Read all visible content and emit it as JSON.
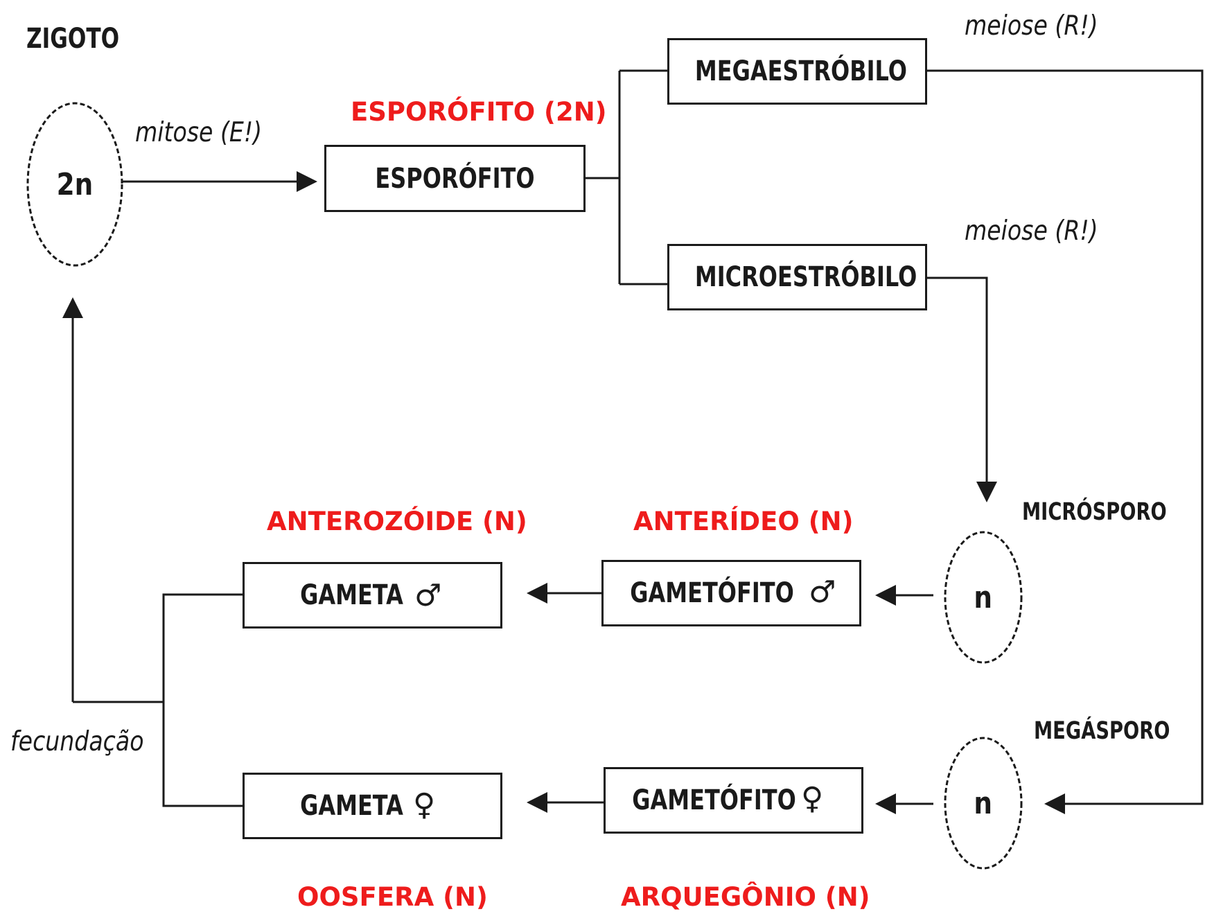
{
  "zygote": {
    "title": "ZIGOTO",
    "ploidy": "2n"
  },
  "edges": {
    "mitose": "mitose (E!)",
    "meiose_mega": "meiose (R!)",
    "meiose_micro": "meiose (R!)",
    "fecundacao": "fecundação"
  },
  "sporophyte": {
    "caption": "ESPORÓFITO (2N)",
    "label": "ESPORÓFITO"
  },
  "strobili": {
    "mega": "MEGAESTRÓBILO",
    "micro": "MICROESTRÓBILO"
  },
  "spores": {
    "micro_label": "MICRÓSPORO",
    "micro_ploidy": "n",
    "mega_label": "MEGÁSPORO",
    "mega_ploidy": "n"
  },
  "male": {
    "gametophyte_caption": "ANTERÍDEO (N)",
    "gametophyte_label": "GAMETÓFITO",
    "gamete_caption": "ANTEROZÓIDE (N)",
    "gamete_label": "GAMETA",
    "symbol": "♂"
  },
  "female": {
    "gametophyte_caption": "ARQUEGÔNIO (N)",
    "gametophyte_label": "GAMETÓFITO",
    "gamete_caption": "OOSFERA (N)",
    "gamete_label": "GAMETA",
    "symbol": "♀"
  },
  "colors": {
    "ink": "#1a1a1a",
    "caption_red": "#ee1c1c"
  }
}
